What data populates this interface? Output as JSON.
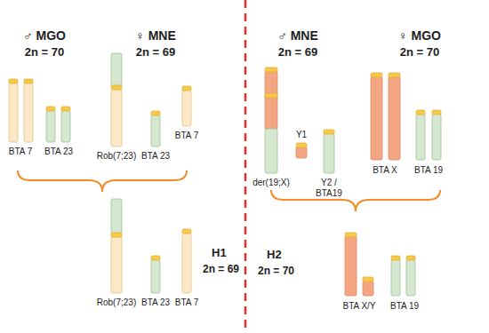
{
  "diagram": {
    "labels": [
      "♂ MGO",
      "2n = 70",
      "♀ MNE",
      "2n = 69",
      "BTA 7",
      "BTA 23",
      "Rob(7;23)",
      "BTA 23",
      "BTA 7",
      "Rob(7;23)",
      "BTA 23",
      "BTA 7",
      "H1",
      "2n = 69",
      "♂ MNE",
      "2n = 69",
      "♀ MGO",
      "2n = 70",
      "Y1",
      "der(19;X)",
      "Y2 / BTA19",
      "BTA X",
      "BTA 19",
      "BTA X/Y",
      "BTA 19",
      "H2",
      "2n = 70"
    ]
  }
}
